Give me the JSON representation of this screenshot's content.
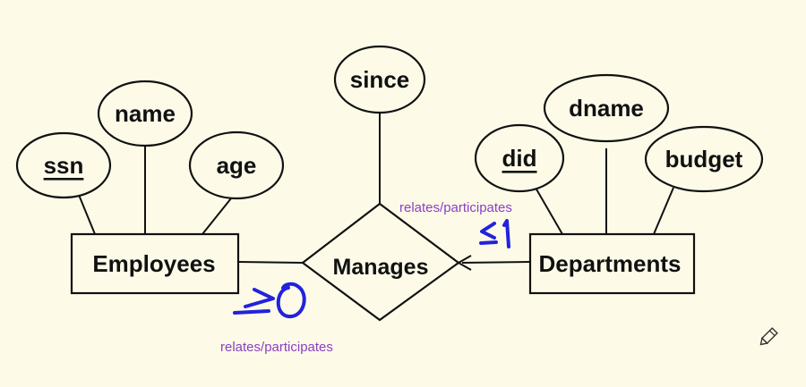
{
  "attributes": [
    {
      "id": "ssn",
      "label": "ssn",
      "key": true
    },
    {
      "id": "name",
      "label": "name",
      "key": false
    },
    {
      "id": "age",
      "label": "age",
      "key": false
    },
    {
      "id": "since",
      "label": "since",
      "key": false
    },
    {
      "id": "did",
      "label": "did",
      "key": true
    },
    {
      "id": "dname",
      "label": "dname",
      "key": false
    },
    {
      "id": "budget",
      "label": "budget",
      "key": false
    }
  ],
  "entities": {
    "employees": "Employees",
    "departments": "Departments"
  },
  "relationship": {
    "label": "Manages"
  },
  "annotations": {
    "top_note": "relates/participates",
    "bottom_note": "relates/participates"
  },
  "icons": {
    "pencil": "pencil-icon"
  },
  "colors": {
    "background": "#fdfbe8",
    "note": "#8a3fc4",
    "ink": "#2222dd"
  }
}
